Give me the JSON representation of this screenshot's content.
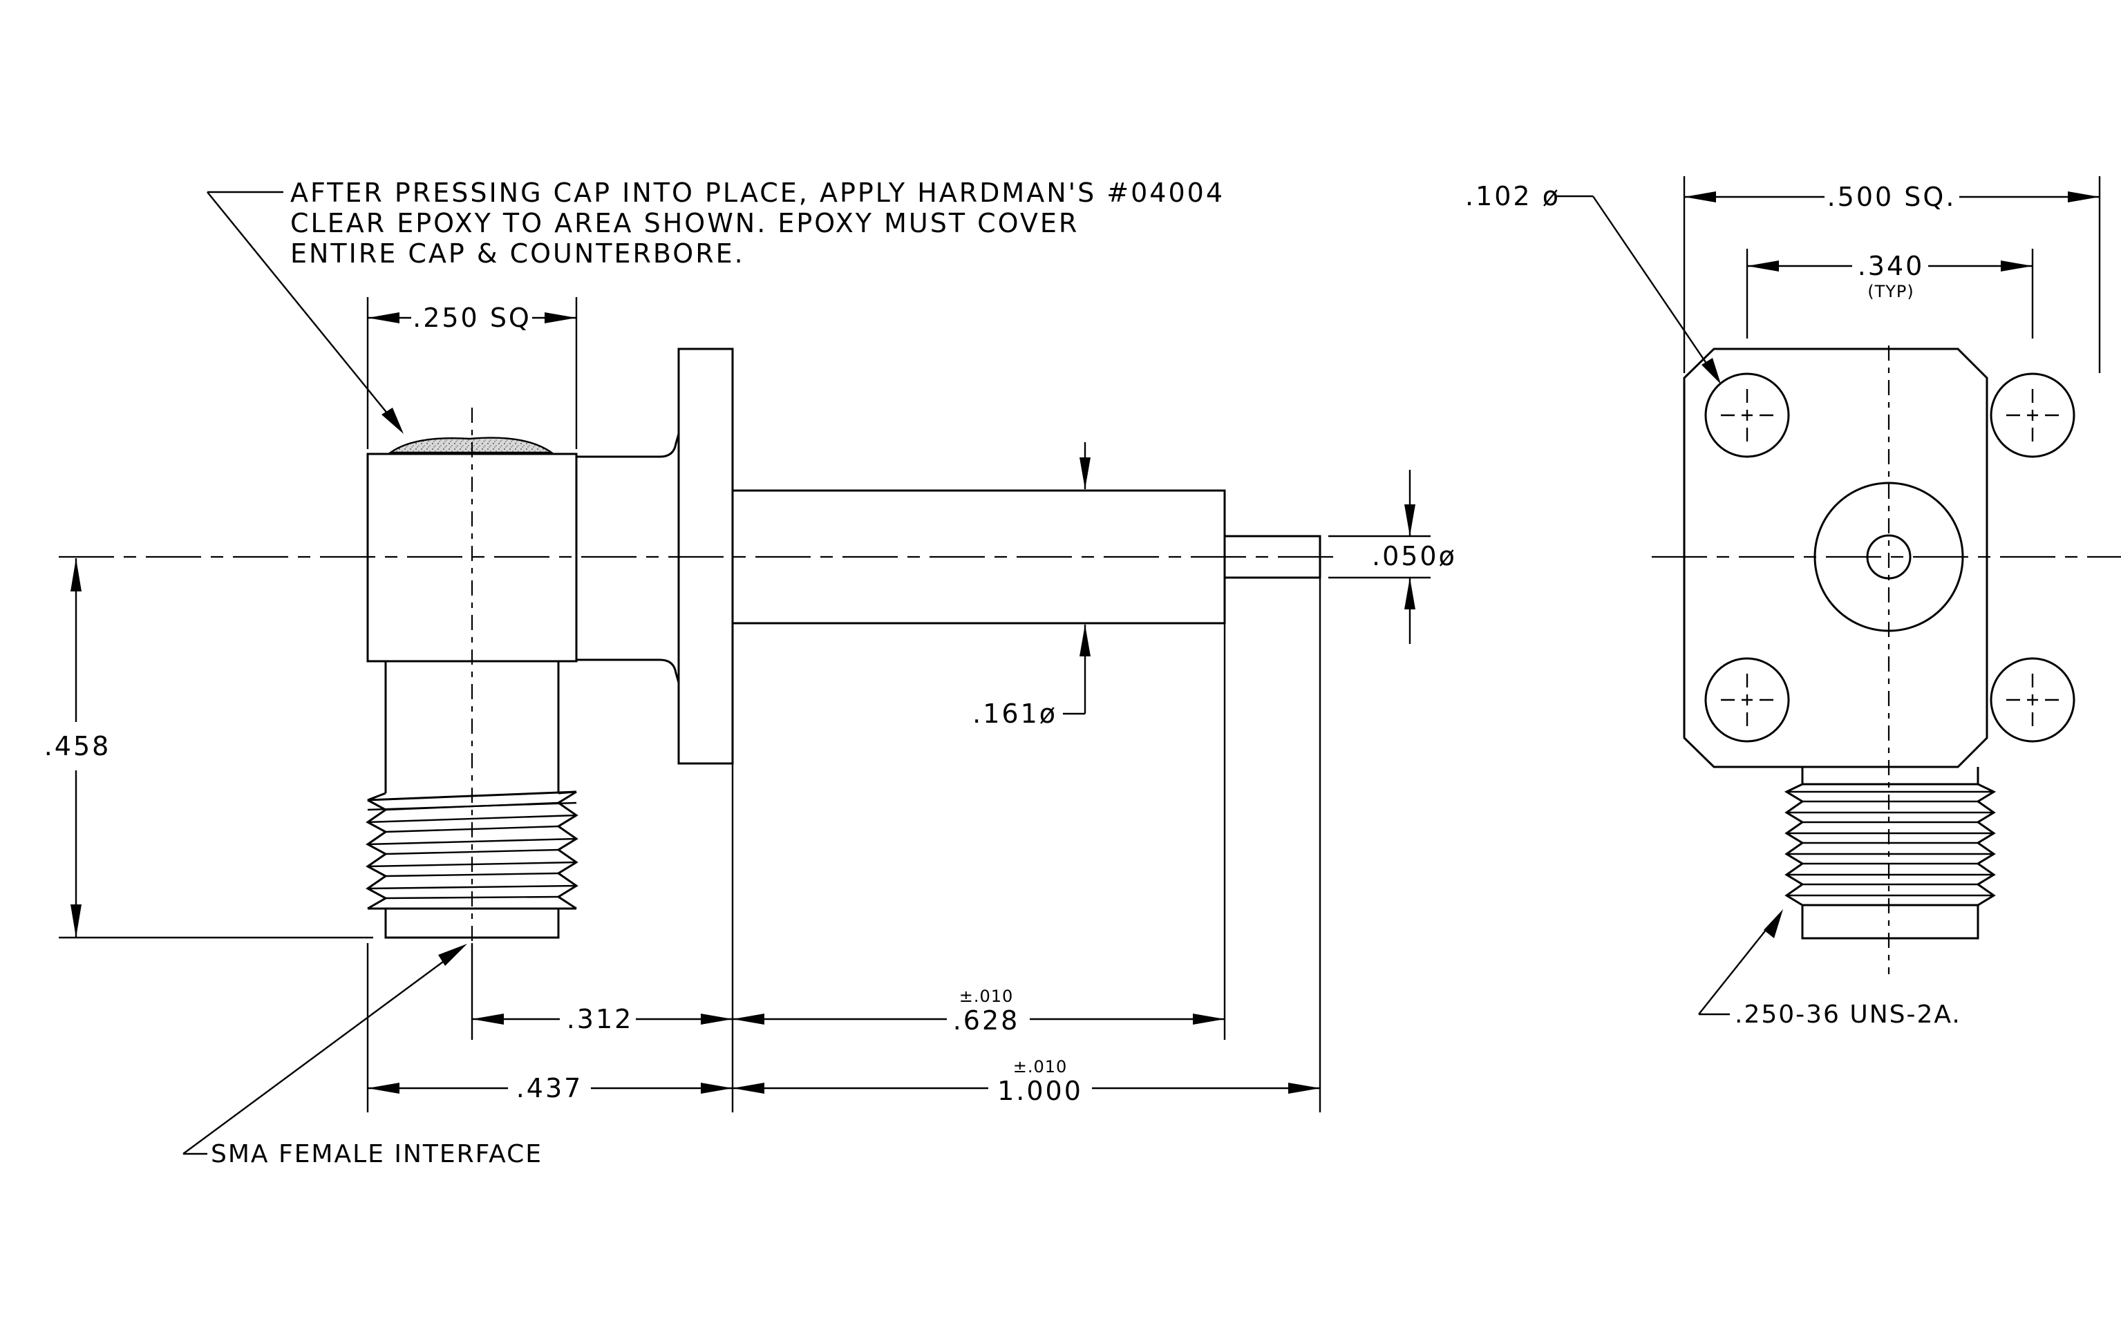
{
  "notes": {
    "epoxy_line1": "AFTER PRESSING CAP INTO PLACE, APPLY HARDMAN'S #04004",
    "epoxy_line2": "CLEAR EPOXY TO AREA SHOWN.  EPOXY MUST COVER",
    "epoxy_line3": "ENTIRE CAP & COUNTERBORE.",
    "interface": "SMA FEMALE INTERFACE",
    "thread": ".250-36 UNS-2A."
  },
  "dimensions": {
    "cap_width": ".250 SQ",
    "height": ".458",
    "body_dia": ".161ø",
    "pin_dia": ".050ø",
    "offset_312": ".312",
    "length_628": ".628",
    "tol_628": "±.010",
    "offset_437": ".437",
    "length_1000": "1.000",
    "tol_1000": "±.010",
    "hole_dia": ".102 ø",
    "flange_sq": ".500 SQ.",
    "hole_spacing": ".340",
    "hole_spacing_note": "(TYP)"
  }
}
